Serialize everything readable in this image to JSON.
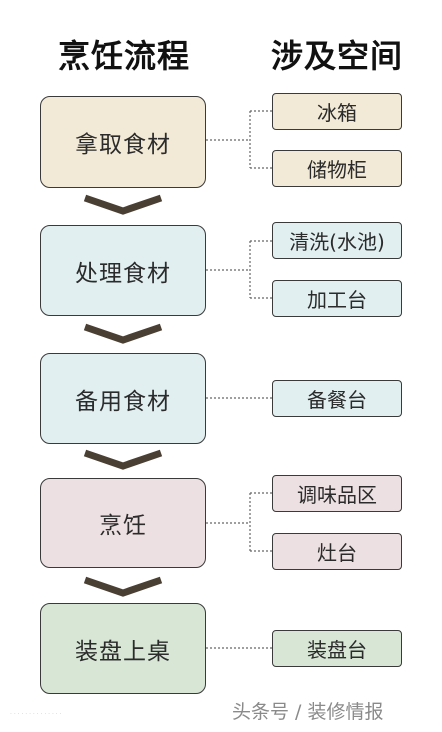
{
  "headers": {
    "process": "烹饪流程",
    "spaces": "涉及空间"
  },
  "steps": [
    {
      "label": "拿取食材",
      "color": "#f2e9d6",
      "spaces": [
        "冰箱",
        "储物柜"
      ]
    },
    {
      "label": "处理食材",
      "color": "#e1eff0",
      "spaces": [
        "清洗(水池)",
        "加工台"
      ]
    },
    {
      "label": "备用食材",
      "color": "#e1eff0",
      "spaces": [
        "备餐台"
      ]
    },
    {
      "label": "烹饪",
      "color": "#ede0e2",
      "spaces": [
        "调味品区",
        "灶台"
      ]
    },
    {
      "label": "装盘上桌",
      "color": "#d7e6d5",
      "spaces": [
        "装盘台"
      ]
    }
  ],
  "colors": {
    "border": "#3a3a3a",
    "arrow": "#4a3f33",
    "connector": "#666666"
  },
  "watermark": "头条号 / 装修情报"
}
